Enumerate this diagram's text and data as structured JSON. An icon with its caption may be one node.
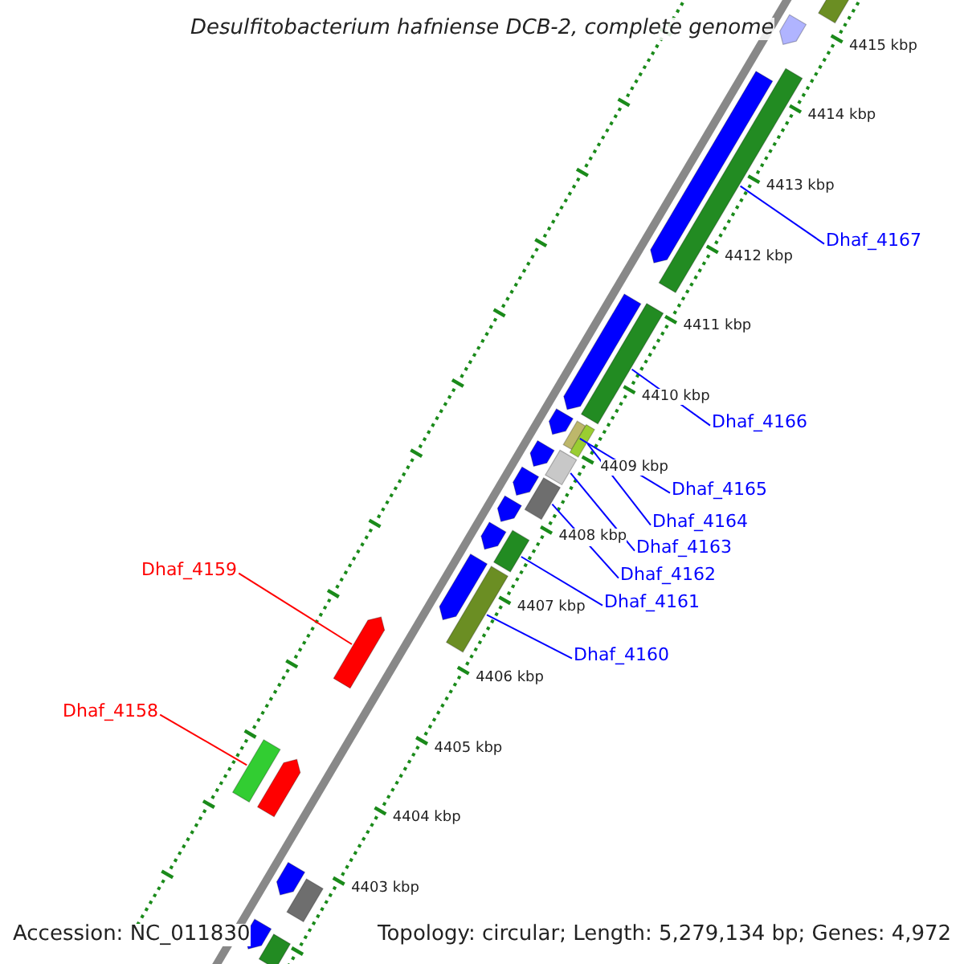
{
  "diagram": {
    "title": "Desulfitobacterium hafniense DCB-2, complete genome",
    "nodes": [
      {
        "text": [
          "Dhaf_4167"
        ]
      },
      {
        "text": [
          "Dhaf_4166"
        ]
      },
      {
        "text": [
          "Dhaf_4165"
        ]
      },
      {
        "text": [
          "Dhaf_4164"
        ]
      },
      {
        "text": [
          "Dhaf_4163"
        ]
      },
      {
        "text": [
          "Dhaf_4162"
        ]
      },
      {
        "text": [
          "Dhaf_4161"
        ]
      },
      {
        "text": [
          "Dhaf_4160"
        ]
      },
      {
        "text": [
          "Dhaf_4159"
        ]
      },
      {
        "text": [
          "Dhaf_4158"
        ]
      },
      {
        "text": [],
        "shape": "bar"
      },
      {
        "text": [],
        "shape": "bar"
      },
      {
        "text": [],
        "shape": "bar"
      },
      {
        "text": [],
        "shape": "bar"
      },
      {
        "text": [],
        "shape": "bar"
      },
      {
        "text": [],
        "shape": "bar"
      },
      {
        "text": [],
        "shape": "bar"
      },
      {
        "text": [],
        "shape": "bar"
      },
      {
        "text": [],
        "shape": "bar"
      },
      {
        "text": [],
        "shape": "bar"
      },
      {
        "text": [],
        "shape": "bar"
      },
      {
        "text": [],
        "shape": "bar"
      },
      {
        "text": [],
        "shape": "bar"
      },
      {
        "text": [],
        "shape": "bar"
      },
      {
        "text": [],
        "shape": "bar"
      },
      {
        "text": [],
        "shape": "bar"
      },
      {
        "text": [],
        "shape": "bar"
      },
      {
        "text": [],
        "shape": "bar"
      },
      {
        "text": [],
        "shape": "bar"
      },
      {
        "text": [],
        "shape": "bar"
      },
      {
        "text": [],
        "shape": "bar"
      },
      {
        "text": [],
        "shape": "bar"
      },
      {
        "text": [],
        "shape": "bar"
      },
      {
        "text": [],
        "shape": "bar"
      },
      {
        "text": [],
        "shape": "bar"
      }
    ],
    "edges": [
      {
        "from": 0,
        "to": 12,
        "arrow": "none"
      },
      {
        "from": 1,
        "to": 14,
        "arrow": "none"
      },
      {
        "from": 2,
        "to": 16,
        "arrow": "none"
      },
      {
        "from": 3,
        "to": 17,
        "arrow": "none"
      },
      {
        "from": 4,
        "to": 19,
        "arrow": "none"
      },
      {
        "from": 5,
        "to": 21,
        "arrow": "none"
      },
      {
        "from": 6,
        "to": 24,
        "arrow": "none"
      },
      {
        "from": 7,
        "to": 26,
        "arrow": "none"
      },
      {
        "from": 8,
        "to": 28,
        "arrow": "none",
        "color": "#ff0000"
      },
      {
        "from": 9,
        "to": 29,
        "arrow": "none",
        "color": "#ff0000"
      }
    ],
    "labels": [
      "4415 kbp",
      "4414 kbp",
      "4413 kbp",
      "4412 kbp",
      "4411 kbp",
      "4410 kbp",
      "4409 kbp",
      "4408 kbp",
      "4407 kbp",
      "4406 kbp",
      "4405 kbp",
      "4404 kbp",
      "4403 kbp",
      "Accession: NC_011830",
      "Topology: circular; Length: 5,279,134 bp; Genes: 4,972"
    ]
  }
}
